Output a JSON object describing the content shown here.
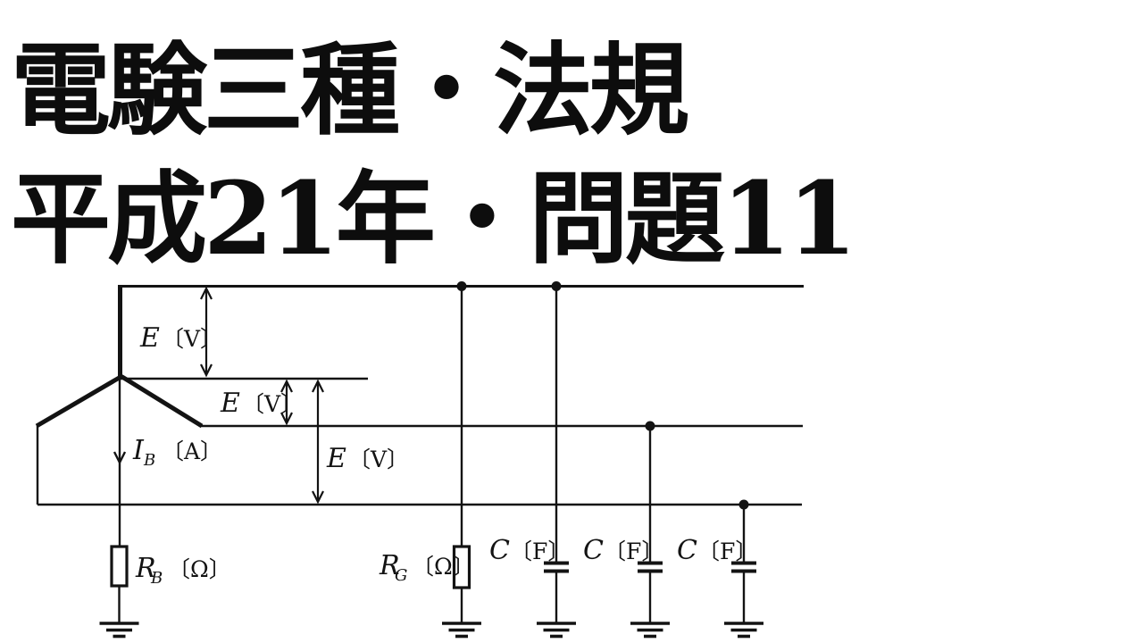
{
  "page": {
    "background": "#ffffff",
    "ink": "#131313"
  },
  "title": {
    "line1": "電験三種・法規",
    "line2": "平成21年・問題11"
  },
  "circuit": {
    "voltage_labels": [
      {
        "sym": "E",
        "unit": "〔V〕"
      },
      {
        "sym": "E",
        "unit": "〔V〕"
      },
      {
        "sym": "E",
        "unit": "〔V〕"
      }
    ],
    "current_label": {
      "sym": "I",
      "sub": "B",
      "unit": "〔A〕"
    },
    "resistors": [
      {
        "sym": "R",
        "sub": "B",
        "unit": "〔Ω〕"
      },
      {
        "sym": "R",
        "sub": "G",
        "unit": "〔Ω〕"
      }
    ],
    "capacitors": [
      {
        "sym": "C",
        "unit": "〔F〕"
      },
      {
        "sym": "C",
        "unit": "〔F〕"
      },
      {
        "sym": "C",
        "unit": "〔F〕"
      }
    ]
  }
}
